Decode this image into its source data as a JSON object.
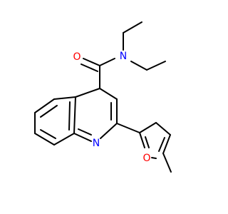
{
  "structure": {
    "atoms": [
      {
        "id": "O1",
        "symbol": "O",
        "color": "#ff0000"
      },
      {
        "id": "N1",
        "symbol": "N",
        "color": "#0000ff"
      },
      {
        "id": "N2",
        "symbol": "N",
        "color": "#0000ff"
      },
      {
        "id": "O2",
        "symbol": "O",
        "color": "#ff0000"
      }
    ],
    "bond_color": "#000000"
  }
}
